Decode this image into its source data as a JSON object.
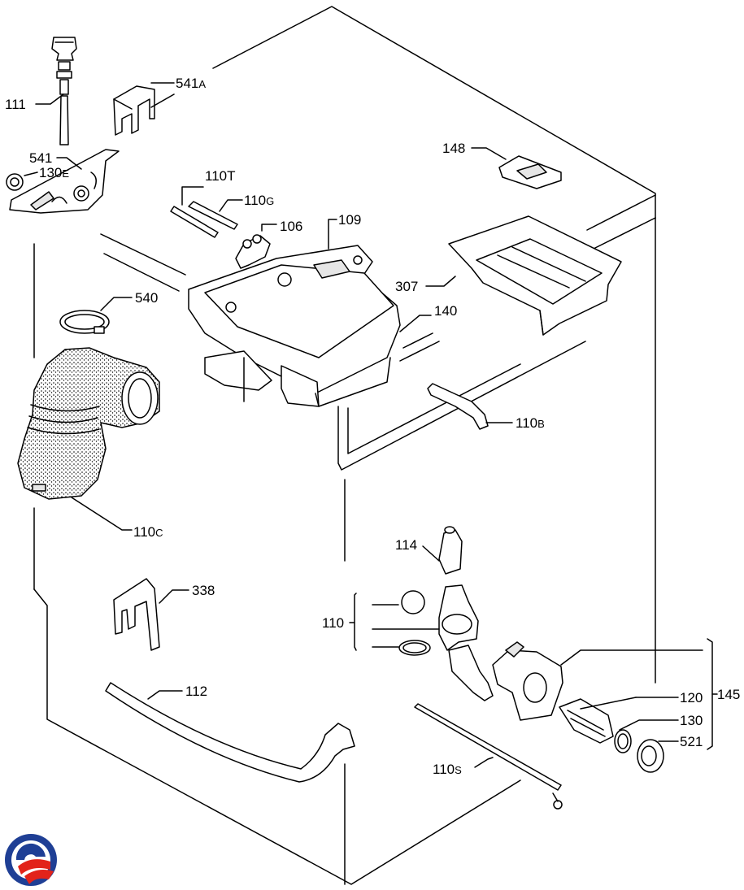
{
  "labels": {
    "p111": "111",
    "p541a": "541",
    "p541a_suffix": "A",
    "p541": "541",
    "p130e": "130",
    "p130e_suffix": "E",
    "p110t": "110",
    "p110t_suffix": "T",
    "p110g": "110",
    "p110g_suffix": "G",
    "p106": "106",
    "p109": "109",
    "p148": "148",
    "p307": "307",
    "p140": "140",
    "p540": "540",
    "p110b": "110",
    "p110b_suffix": "B",
    "p110c": "110",
    "p110c_suffix": "C",
    "p114": "114",
    "p338": "338",
    "p110": "110",
    "p145": "145",
    "p112": "112",
    "p120": "120",
    "p130": "130",
    "p521": "521",
    "p110s": "110",
    "p110s_suffix": "S"
  },
  "logo": {
    "icon": "brand-logo-icon",
    "colors": [
      "#1f3f95",
      "#e2231a"
    ]
  }
}
